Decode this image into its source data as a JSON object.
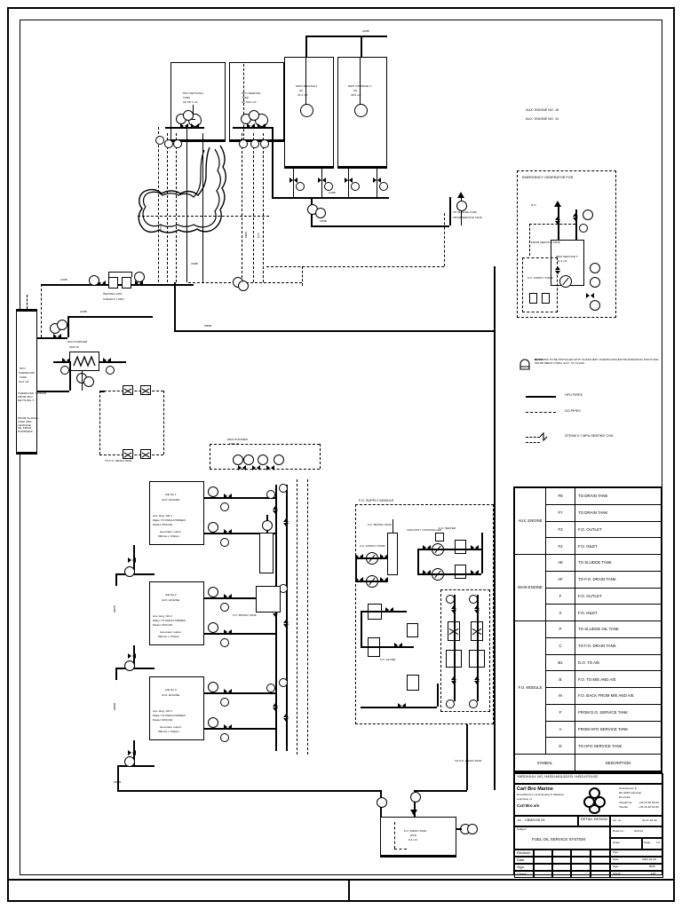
{
  "drawing": {
    "type": "piping-and-instrumentation-diagram",
    "subject": "FUEL OIL SERVICE SYSTEM",
    "sheet_size": "A3"
  },
  "notes_top_right": {
    "line1": "AUX. ENGINE NO. 16",
    "line2": "AUX. ENGINE NO. 14"
  },
  "inset": {
    "title": "EMERGENCY GENERATOR FOR"
  },
  "legend": {
    "note_symbol_label": "NOTE",
    "note_text": "ALL PIPES TO BE INSTALLED WITH SUFFICIENT OVERFLOW/VENTING/DRAINING POINT AND INSTRUMENT CONN. ACC. TO CLASS",
    "items": [
      {
        "style": "solid",
        "label": "HFO PIPES"
      },
      {
        "style": "dashed",
        "label": "DO PIPES"
      },
      {
        "style": "dashdot",
        "label": "STEAM 0.7 MPa HEATING COIL"
      }
    ]
  },
  "symbol_table": {
    "header": {
      "symbol": "SYMBOL",
      "description": "DESCRIPTION"
    },
    "groups": [
      {
        "name": "AUX.\nENGINE",
        "rows": [
          {
            "symbol": "F8",
            "description": "TO DRAIN TANK"
          },
          {
            "symbol": "F7",
            "description": "TO DRAIN TANK"
          },
          {
            "symbol": "F3",
            "description": "F.O. OUTLET"
          },
          {
            "symbol": "F2",
            "description": "F.O. INLET"
          }
        ]
      },
      {
        "name": "MAIN\nENGINE",
        "rows": [
          {
            "symbol": "AE",
            "description": "TO SLUDGE TANK"
          },
          {
            "symbol": "AF",
            "description": "TO F.O. DRAIN TANK"
          },
          {
            "symbol": "F",
            "description": "F.O. OUTLET"
          },
          {
            "symbol": "X",
            "description": "F.O. INLET"
          }
        ]
      },
      {
        "name": "F.O.\nMODULE",
        "rows": [
          {
            "symbol": "P",
            "description": "TO SLUDGE OIL TANK"
          },
          {
            "symbol": "C",
            "description": "TO F.O. DRAIN TANK"
          },
          {
            "symbol": "B1",
            "description": "D.O. TO A/E"
          },
          {
            "symbol": "B",
            "description": "F.O. TO M/E AND A/E"
          },
          {
            "symbol": "M",
            "description": "F.O. BACK FROM M/E AND A/E"
          },
          {
            "symbol": "F",
            "description": "FROM D.O. SERVICE TANK"
          },
          {
            "symbol": "A",
            "description": "FROM HFO SERVICE TANK"
          },
          {
            "symbol": "D",
            "description": "TO HFO SERVICE TANK"
          }
        ]
      }
    ]
  },
  "title_block": {
    "hull_line": "YARD/HULL NO. H453-H401/02/03, H453-H701/02",
    "company_name": "Carl Bro Marine",
    "company_sub1": "Hovedkontor, Lautrupvang 8, Ballerup",
    "company_sub2": "a division of",
    "company_sub3": "Carl Bro a/s",
    "address_l1": "Granskoven 8",
    "address_l2": "DK-2600 Glostrup",
    "address_l3": "Denmark",
    "address_l4_label": "Telephone",
    "address_l4_val": "+45 43 48 60 00",
    "address_l5_label": "Telefax",
    "address_l5_val": "+45 43 48 60 60",
    "job_label": "Job",
    "job_value": "CBM/KHD 53",
    "design_label": "DETAIL DESIGN",
    "art_label": "Art. no. :",
    "art_value": "40 37 40 00",
    "subject_label": "Subject",
    "subject_value": "FUEL OIL SERVICE SYSTEM",
    "drawno_label": "Draw no. :",
    "drawno_value": "A03-01",
    "scale_label": "Scale  :",
    "scale_value": "",
    "page_label": "Page",
    "page_value": "1/1",
    "rev_label": "Revision",
    "date_label": "Date",
    "sign_label": "Sign.",
    "check_label": "Check",
    "rsize_label": "Size   :",
    "rsize_value": "",
    "rdate_label": "Date   :",
    "rdate_value": "2004-01-02",
    "rsign_label": "Sign   :",
    "rsign_value": "BMS",
    "rcheck_label": "Check  :",
    "rcheck_value": "LZY"
  },
  "tanks": {
    "t1": {
      "l1": "HFO SETTLING",
      "l2": "TANK",
      "l3": "(S) 59.7 m3"
    },
    "t2": {
      "l1": "HFO SERVICE",
      "l2": "TANK",
      "l3": "(P) 50.6 m3"
    },
    "t3": {
      "l1": "MDO SERVICE T.",
      "l2": "(P)",
      "l3": "41.4 m3"
    },
    "t4": {
      "l1": "MDO STORAGE T.",
      "l2": "(S)",
      "l3": "45.6 m3"
    },
    "left_tank": {
      "l1": "HFO",
      "l2": "OVERFLOW",
      "l3": "TANK",
      "l4": "24.0 m3",
      "note1": "OVERFLOW  /  DRAIN\nFROM HFO\nSETTLING T.",
      "note2": "FROM SLUDGE\nTANK AND\nLEAKAGE\nOIL FROM\nPURIFIERS"
    },
    "drain_tank": {
      "l1": "F.O. DRAIN TANK",
      "l2": "(P/S)",
      "l3": "8.4 m3"
    }
  },
  "engines": {
    "e1": {
      "tag": "A/E No.1",
      "l1": "AUX. ENGINE",
      "l2": "Aux. Eng. NO.1",
      "l3": "Make: HYUNDAI-HIMSEN",
      "l4": "Model: 6H21/32",
      "l5": "Generator output",
      "l6": "960 kw x 720rpm"
    },
    "e2": {
      "tag": "A/E No.2",
      "l1": "AUX. ENGINE",
      "l2": "Aux. Eng. NO.2",
      "l3": "Make: HYUNDAI-HIMSEN",
      "l4": "Model: 6H21/32",
      "l5": "Generator output",
      "l6": "960 kw x 720rpm"
    },
    "e3": {
      "tag": "A/E No.3",
      "l1": "AUX. ENGINE",
      "l2": "Aux. Eng. NO.3",
      "l3": "Make: HYUNDAI-HIMSEN",
      "l4": "Model: 6H21/32",
      "l5": "Generator output",
      "l6": "960 kw x 720rpm"
    }
  },
  "module": {
    "title": "F.O. SUPPLY MODULE",
    "items": [
      "F.O. MIXING TANK",
      "F.O. SUPPLY PUMP",
      "F.O. CIRCULATING PUMP",
      "F.O. HEATER",
      "VISCOSITY CONTROLLER",
      "F.O. FILTER"
    ]
  },
  "purifier": {
    "l1": "HFO PURIFIER",
    "l2": "2100 l/h",
    "l3": "MDO PURIFIER",
    "l4": "1700 l/h"
  },
  "misc_labels": {
    "steam": "STEAM 0.7 MPa",
    "to_drain": "TO F.O. DRAIN TANK",
    "to_sludge": "TO SLUDGE TANK",
    "from_service": "FROM SERVICE TANK",
    "heating_coil": "HEATING COIL",
    "hfo": "HFO",
    "mdo": "MDO",
    "do": "D.O."
  },
  "pipe_sizes": [
    "A50B",
    "A40B",
    "A32B",
    "A25B",
    "A65B",
    "A80B",
    "M50B",
    "M40B",
    "M25B",
    "M32B"
  ],
  "colors": {
    "line": "#000000",
    "paper": "#ffffff"
  }
}
